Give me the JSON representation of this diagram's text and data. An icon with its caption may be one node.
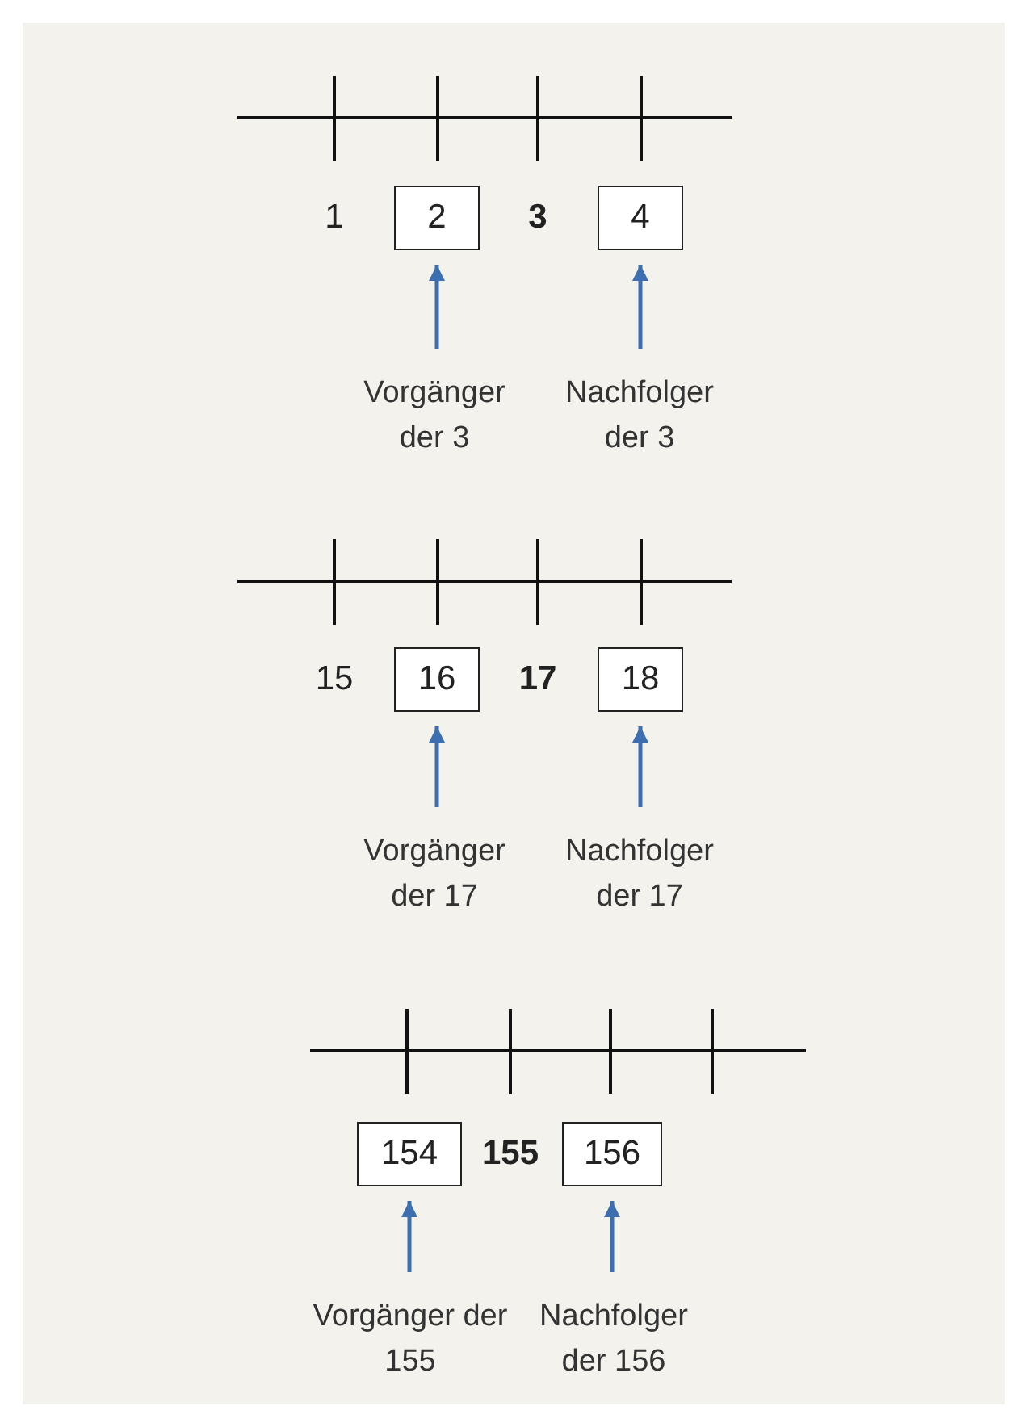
{
  "diagram": {
    "nodes": [
      {
        "text": [
          "2"
        ]
      },
      {
        "text": [
          "4"
        ]
      },
      {
        "text": [
          "Vorgänger der 3"
        ]
      },
      {
        "text": [
          "Nachfolger der 3"
        ]
      },
      {
        "text": [
          "16"
        ]
      },
      {
        "text": [
          "18"
        ]
      },
      {
        "text": [
          "Vorgänger der 17"
        ]
      },
      {
        "text": [
          "Nachfolger der 17"
        ]
      },
      {
        "text": [
          "154"
        ]
      },
      {
        "text": [
          "156"
        ]
      },
      {
        "text": [
          "Vorgänger der 155"
        ]
      },
      {
        "text": [
          "Nachfolger der 156"
        ]
      }
    ],
    "edges": [
      {
        "from": 2,
        "to": 0,
        "arrow": "to",
        "color": "#3d6fb0"
      },
      {
        "from": 3,
        "to": 1,
        "arrow": "to",
        "color": "#3d6fb0"
      },
      {
        "from": 6,
        "to": 4,
        "arrow": "to",
        "color": "#3d6fb0"
      },
      {
        "from": 7,
        "to": 5,
        "arrow": "to",
        "color": "#3d6fb0"
      },
      {
        "from": 10,
        "to": 8,
        "arrow": "to",
        "color": "#3d6fb0"
      },
      {
        "from": 11,
        "to": 9,
        "arrow": "to",
        "color": "#3d6fb0"
      }
    ],
    "labels": [
      "1",
      "3",
      "15",
      "17",
      "155"
    ]
  }
}
